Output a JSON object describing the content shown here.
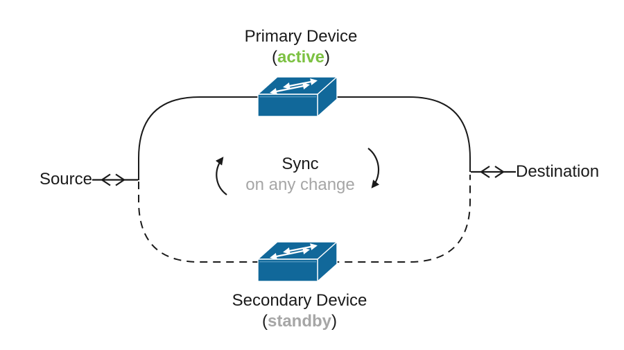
{
  "labels": {
    "primary_name": "Primary Device",
    "primary_state": "active",
    "secondary_name": "Secondary Device",
    "secondary_state": "standby",
    "paren_open": "(",
    "paren_close": ")",
    "sync_title": "Sync",
    "sync_subtitle": "on any change",
    "source": "Source",
    "destination": "Destination"
  },
  "icons": {
    "primary_device_icon": "network-switch-icon",
    "secondary_device_icon": "network-switch-icon",
    "source_arrow": "double-headed-arrow-icon",
    "destination_arrow": "double-headed-arrow-icon",
    "sync_left_arrow": "curved-arrow-up-icon",
    "sync_right_arrow": "curved-arrow-down-icon"
  },
  "lines": {
    "primary_path_style": "solid",
    "secondary_path_style": "dashed"
  },
  "colors": {
    "line_black": "#1A1A1A",
    "active_green": "#7CC142",
    "standby_gray": "#A6A6A6",
    "subtitle_gray": "#A6A6A6",
    "switch_blue": "#11689A",
    "switch_highlight": "#4E94BC",
    "background": "#FFFFFF"
  }
}
